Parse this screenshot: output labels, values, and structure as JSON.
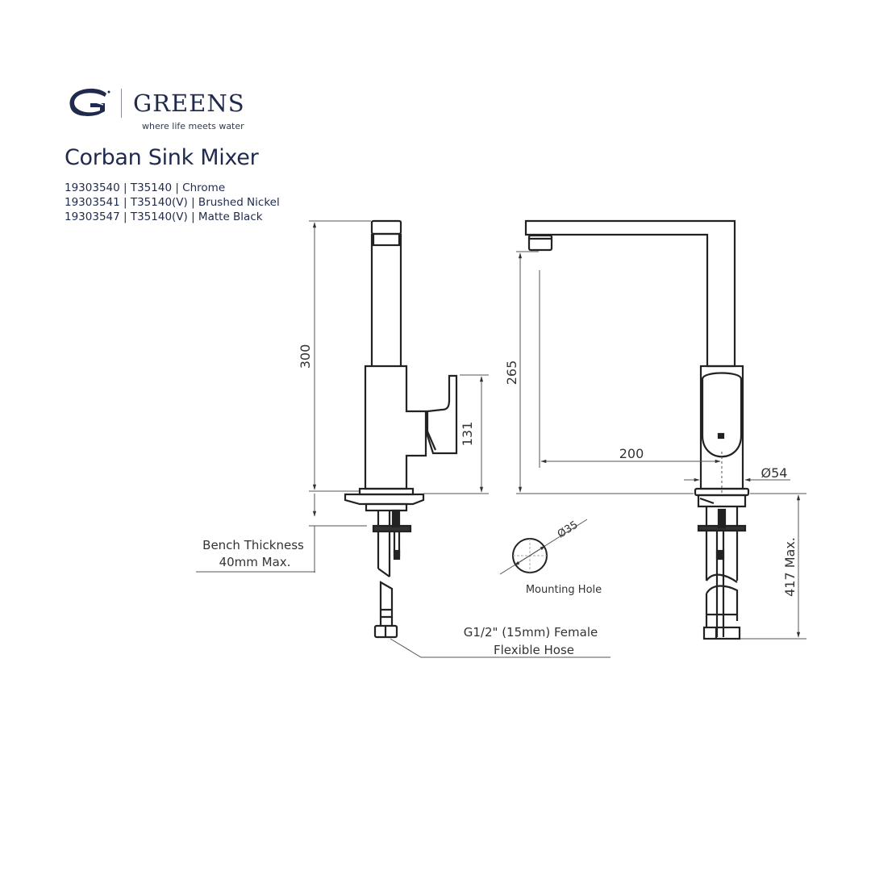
{
  "brand": {
    "name": "GREENS",
    "tagline": "where life meets water",
    "logo_icon": "greens-g-wave-logo",
    "color": "#1f2a4d"
  },
  "product": {
    "title": "Corban Sink Mixer",
    "variants": [
      {
        "code": "19303540",
        "model": "T35140",
        "finish": "Chrome",
        "line": "19303540 | T35140 | Chrome"
      },
      {
        "code": "19303541",
        "model": "T35140(V)",
        "finish": "Brushed Nickel",
        "line": "19303541 | T35140(V) | Brushed Nickel"
      },
      {
        "code": "19303547",
        "model": "T35140(V)",
        "finish": "Matte Black",
        "line": "19303547 | T35140(V) | Matte Black"
      }
    ]
  },
  "drawing": {
    "side_view": {
      "overall_height": "300",
      "handle_height": "131",
      "bench_thickness_line1": "Bench Thickness",
      "bench_thickness_line2": "40mm Max.",
      "hose_line1": "G1/2\" (15mm) Female",
      "hose_line2": "Flexible Hose"
    },
    "front_view": {
      "spout_height": "265",
      "spout_reach": "200",
      "body_diameter": "Ø54",
      "below_bench": "417 Max."
    },
    "mounting_hole": {
      "diameter": "Ø35",
      "label": "Mounting Hole"
    }
  }
}
